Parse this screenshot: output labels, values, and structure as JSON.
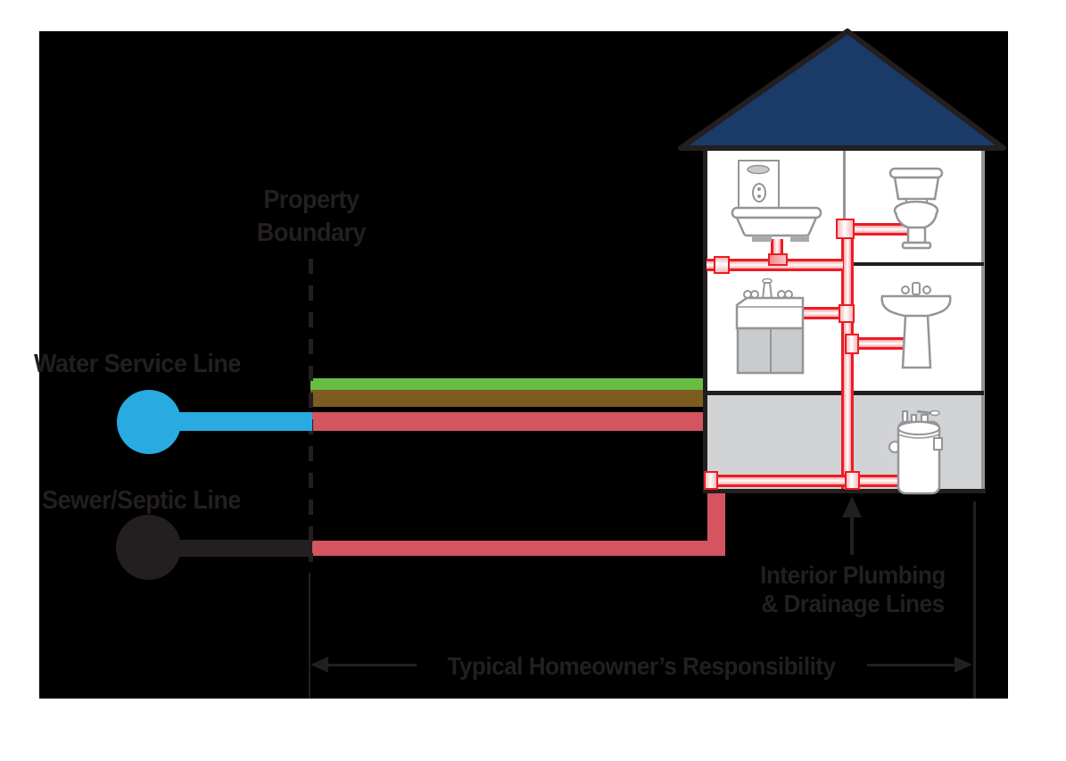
{
  "labels": {
    "property_boundary": {
      "line1": "Property",
      "line2": "Boundary"
    },
    "water_service_line": "Water Service Line",
    "sewer_septic_line": "Sewer/Septic Line",
    "interior_plumbing": {
      "line1": "Interior Plumbing",
      "line2": "& Drainage Lines"
    },
    "homeowner_responsibility": "Typical Homeowner’s Responsibility"
  },
  "icons": {
    "house_roof": "house-roof",
    "bathtub_shower": "bathtub-shower-icon",
    "toilet": "toilet-icon",
    "kitchen_sink": "kitchen-sink-icon",
    "pedestal_sink": "pedestal-sink-icon",
    "water_heater": "water-heater-icon",
    "water_source": "water-main-circle",
    "sewer_source": "sewer-main-circle"
  },
  "colors": {
    "bg": "#000000",
    "page": "#ffffff",
    "label_text": "#231f20",
    "water_line_blue": "#29abe2",
    "sewer_line_dark": "#231f20",
    "buried_line_red": "#d4545f",
    "pipe_red": "#ec1c24",
    "grass_green": "#68bd45",
    "soil_brown": "#7d5c20",
    "roof_navy": "#1a3a67",
    "basement_gray": "#d1d3d4",
    "fixture_gray": "#939598",
    "fixture_fill_gray": "#c9cbcd"
  }
}
